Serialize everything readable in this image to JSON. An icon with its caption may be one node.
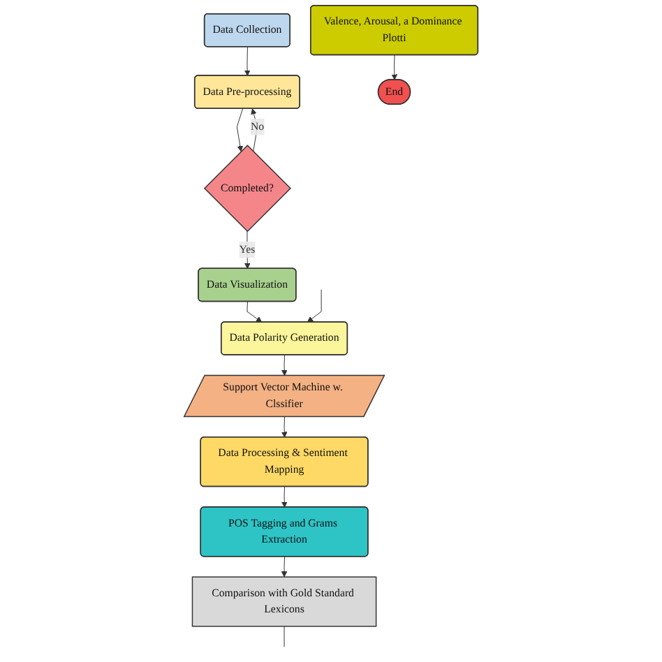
{
  "diagram": {
    "nodes": [
      {
        "text": [
          "Data Collection"
        ]
      },
      {
        "text": [
          "Data Pre-processing"
        ]
      },
      {
        "text": [
          "Completed?"
        ]
      },
      {
        "text": [
          "Data Visualization"
        ]
      },
      {
        "text": [
          "Data Polarity Generation"
        ]
      },
      {
        "text": [
          "Support Vector Machine w. Clssifier"
        ]
      },
      {
        "text": [
          "Data Processing & Sentiment Mapping"
        ]
      },
      {
        "text": [
          "POS Tagging and Grams Extraction"
        ]
      },
      {
        "text": [
          "Comparison with Gold Standard Lexicons"
        ]
      },
      {
        "text": [
          "Valence, Arousal, a Dominance Plotti"
        ]
      },
      {
        "text": [
          "End"
        ]
      }
    ],
    "edges": [
      {
        "from": 0,
        "to": 1,
        "arrow": "to"
      },
      {
        "from": 1,
        "to": 2,
        "arrow": "to"
      },
      {
        "from": 2,
        "to": 1,
        "arrow": "to",
        "label": "No"
      },
      {
        "from": 2,
        "to": 3,
        "arrow": "to",
        "label": "Yes"
      },
      {
        "from": 3,
        "to": 4,
        "arrow": "to"
      },
      {
        "from": null,
        "to": 4,
        "arrow": "to"
      },
      {
        "from": 4,
        "to": 5,
        "arrow": "to"
      },
      {
        "from": 5,
        "to": 6,
        "arrow": "to"
      },
      {
        "from": 6,
        "to": 7,
        "arrow": "to"
      },
      {
        "from": 7,
        "to": 8,
        "arrow": "to"
      },
      {
        "from": 8,
        "to": null,
        "arrow": "none"
      },
      {
        "from": 9,
        "to": 10,
        "arrow": "to"
      }
    ]
  }
}
